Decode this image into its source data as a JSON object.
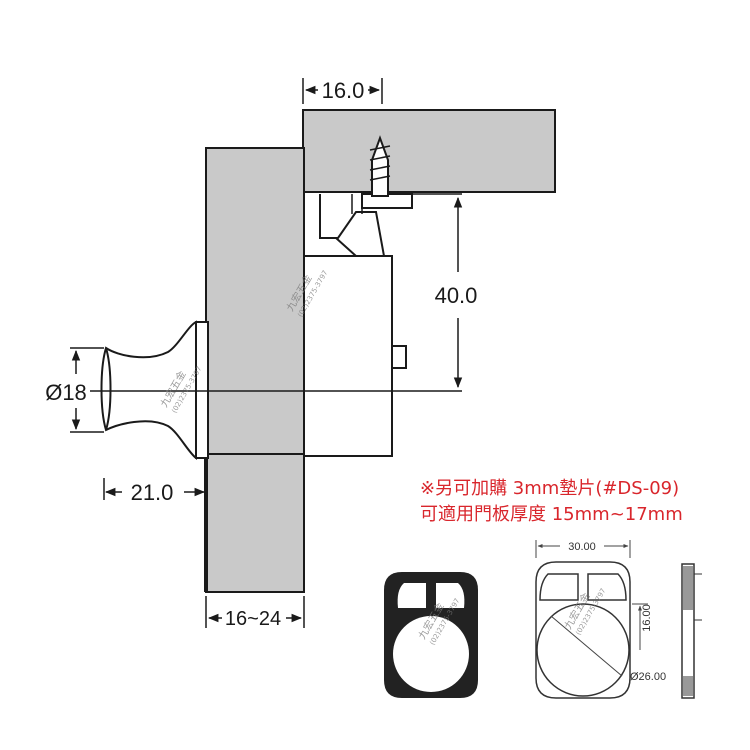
{
  "dimensions": {
    "top_width": "16.0",
    "height": "40.0",
    "knob_diameter": "Ø18",
    "knob_length": "21.0",
    "door_range": "16~24"
  },
  "note": {
    "line1": "※另可加購 3mm墊片(#DS-09)",
    "line2": "可適用門板厚度 15mm~17mm"
  },
  "shim_drawing": {
    "width": "30.00",
    "height": "16.00",
    "hole_diameter": "Ø26.00"
  },
  "watermark": {
    "name": "九宏五金",
    "phone": "(02)2375-3797"
  },
  "colors": {
    "panel_gray": "#c9c9c9",
    "outline": "#1a1a1a",
    "note_red": "#d9262c",
    "shim_black": "#222222"
  }
}
